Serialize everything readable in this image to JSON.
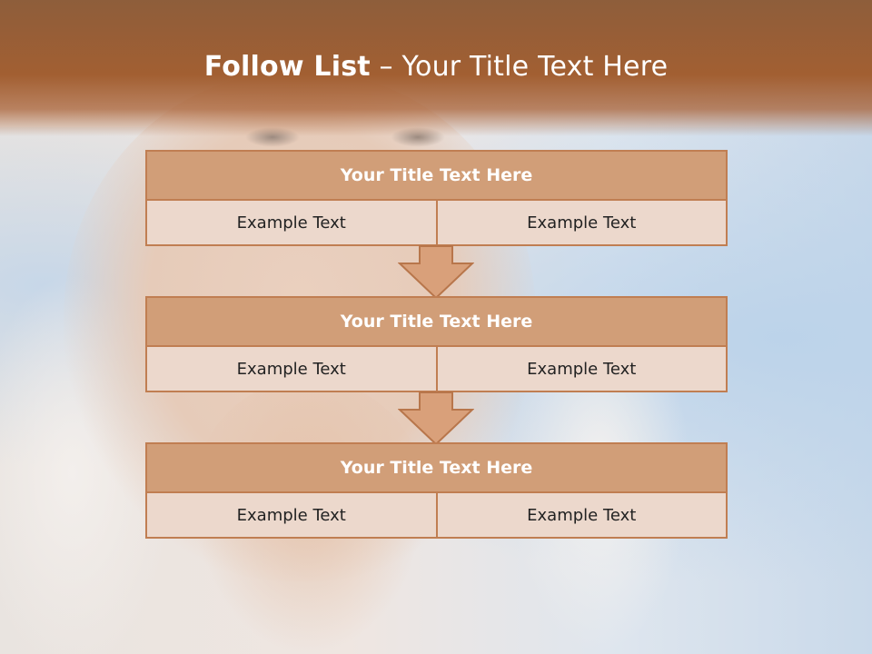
{
  "slide": {
    "title_bold": "Follow List",
    "title_rest": " – Your Title Text Here"
  },
  "steps": [
    {
      "title": "Your Title Text Here",
      "left": "Example Text",
      "right": "Example Text"
    },
    {
      "title": "Your Title Text Here",
      "left": "Example Text",
      "right": "Example Text"
    },
    {
      "title": "Your Title Text Here",
      "left": "Example Text",
      "right": "Example Text"
    }
  ],
  "colors": {
    "header": "#a25f32",
    "box_title_fill": "#d19e78",
    "box_border": "#c07e52",
    "cell_fill": "#ecd8cc"
  }
}
